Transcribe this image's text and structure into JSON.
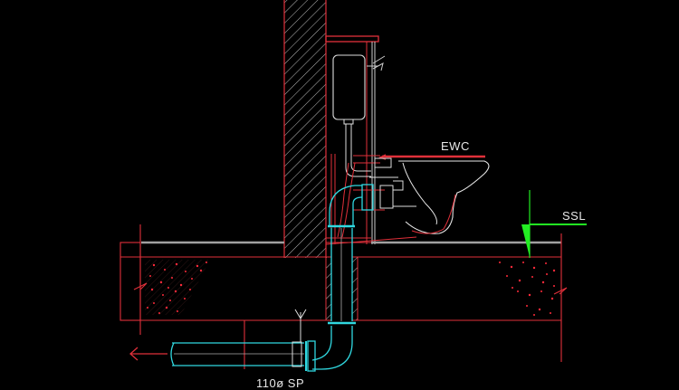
{
  "drawing": {
    "type": "CAD section",
    "subject": "Wall-hung EWC with concealed cistern and floor drainage",
    "background": "#000000",
    "colors": {
      "structure": "#e0303a",
      "pipe": "#30d8e0",
      "fixture": "#e6e6e6",
      "level_marker": "#22ee22",
      "floor_finish": "#a0a0a0",
      "concrete_dots": "#ff2a3a"
    }
  },
  "labels": {
    "ewc": "EWC",
    "ssl": "SSL",
    "pipe": "110ø SP"
  },
  "symbols": {
    "flow_arrow": "left-arrow",
    "level_marker": "triangle-level-icon",
    "break_lines": "break-line-icon"
  }
}
